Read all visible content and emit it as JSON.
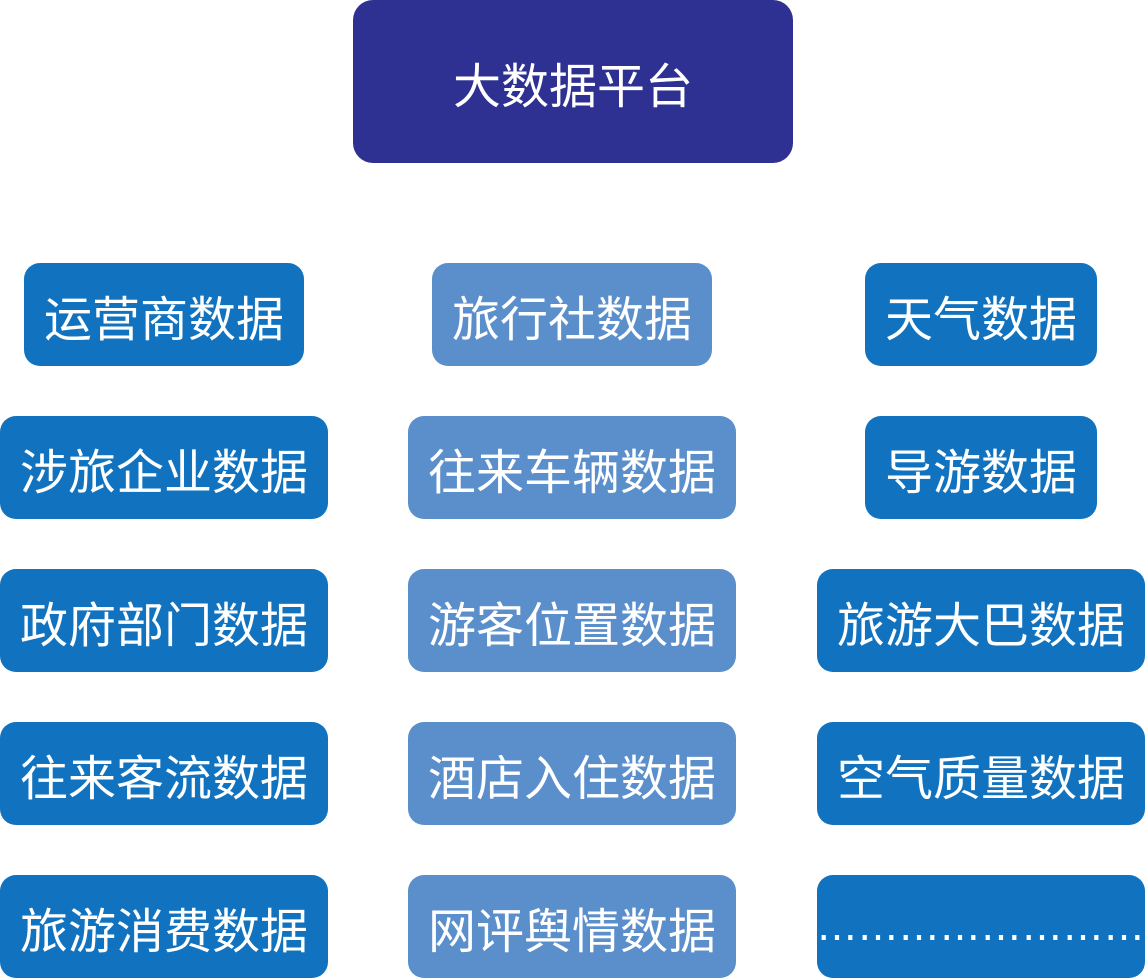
{
  "root": {
    "label": "大数据平台"
  },
  "left_column": [
    "运营商数据",
    "涉旅企业数据",
    "政府部门数据",
    "往来客流数据",
    "旅游消费数据"
  ],
  "middle_column": [
    "旅行社数据",
    "往来车辆数据",
    "游客位置数据",
    "酒店入住数据",
    "网评舆情数据"
  ],
  "right_column": [
    "天气数据",
    "导游数据",
    "旅游大巴数据",
    "空气质量数据",
    "……………………"
  ],
  "colors": {
    "root": "#2e3192",
    "dark_box": "#1173bf",
    "light_box": "#5b8fcc",
    "text": "#ffffff"
  }
}
